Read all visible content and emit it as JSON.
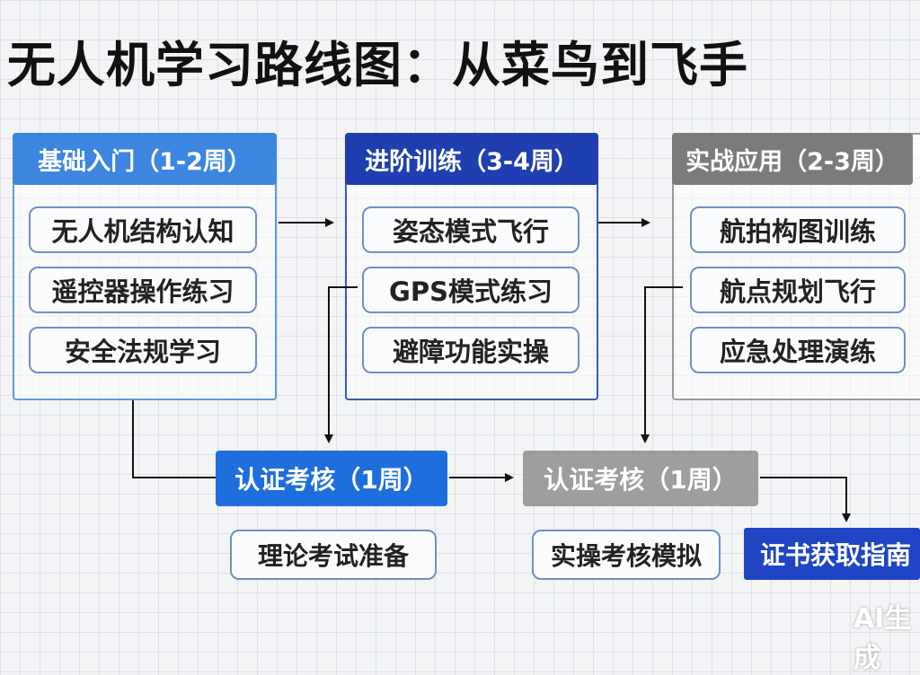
{
  "title": "无人机学习路线图：从菜鸟到飞手",
  "stages": [
    {
      "header": "基础入门（1-2周）",
      "items": [
        "无人机结构认知",
        "遥控器操作练习",
        "安全法规学习"
      ]
    },
    {
      "header": "进阶训练（3-4周）",
      "items": [
        "姿态模式飞行",
        "GPS模式练习",
        "避障功能实操"
      ]
    },
    {
      "header": "实战应用（2-3周）",
      "items": [
        "航拍构图训练",
        "航点规划飞行",
        "应急处理演练"
      ]
    }
  ],
  "certs": [
    {
      "label": "认证考核（1周）",
      "sub": "理论考试准备"
    },
    {
      "label": "认证考核（1周）",
      "sub": "实操考核模拟"
    }
  ],
  "guide": "证书获取指南",
  "watermark": "AI生成",
  "colors": {
    "light_blue": "#3d86e0",
    "dark_blue": "#1f3fb0",
    "gray": "#7b7b7b",
    "cert_blue": "#1e6fdc",
    "cert_gray": "#9e9e9e",
    "guide_blue": "#1f45c4"
  }
}
